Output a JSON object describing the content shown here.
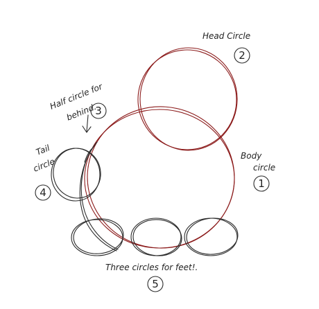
{
  "diagram": {
    "head_label": "Head Circle",
    "head_number": "2",
    "half_circle_label_line1": "Half circle for",
    "half_circle_label_line2": "behind.",
    "half_circle_number": "3",
    "tail_label_line1": "Tail",
    "tail_label_line2": "circle",
    "tail_number": "4",
    "body_label_line1": "Body",
    "body_label_line2": "circle",
    "body_number": "1",
    "feet_label": "Three circles for feet!.",
    "feet_number": "5",
    "colors": {
      "head_body_stroke": "#8b1a1a",
      "tail_feet_stroke": "#2a2a2a",
      "background": "#ffffff"
    }
  }
}
